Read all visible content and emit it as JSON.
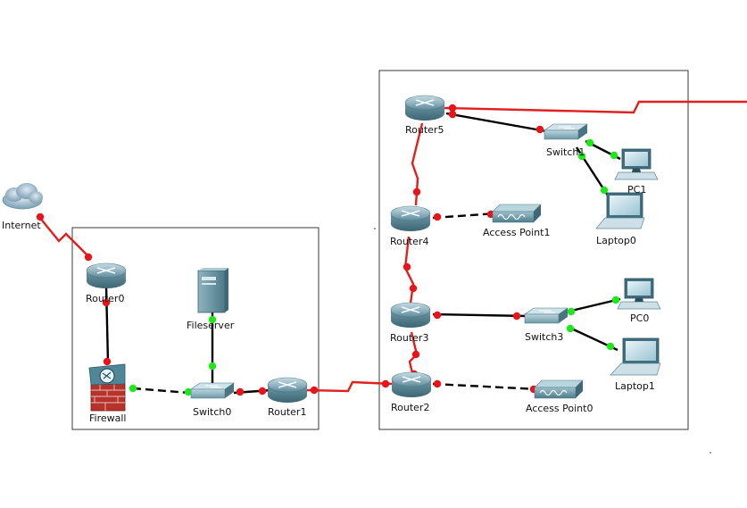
{
  "colors": {
    "serial_cable": "#e0201e",
    "ethernet_cable": "#000000",
    "port_down": "#e8141a",
    "port_up": "#1fe81a"
  },
  "devices": {
    "internet": {
      "label": "Internet",
      "icon": "cloud-icon"
    },
    "router0": {
      "label": "Router0",
      "icon": "router-icon"
    },
    "firewall": {
      "label": "Firewall",
      "icon": "firewall-icon"
    },
    "fileserver": {
      "label": "Fileserver",
      "icon": "server-icon"
    },
    "switch0": {
      "label": "Switch0",
      "icon": "switch-icon"
    },
    "router1": {
      "label": "Router1",
      "icon": "router-icon"
    },
    "router2": {
      "label": "Router2",
      "icon": "router-icon"
    },
    "router3": {
      "label": "Router3",
      "icon": "router-icon"
    },
    "router4": {
      "label": "Router4",
      "icon": "router-icon"
    },
    "router5": {
      "label": "Router5",
      "icon": "router-icon"
    },
    "switch1": {
      "label": "Switch1",
      "icon": "switch-icon"
    },
    "switch3": {
      "label": "Switch3",
      "icon": "switch-icon"
    },
    "pc0": {
      "label": "PC0",
      "icon": "pc-icon"
    },
    "pc1": {
      "label": "PC1",
      "icon": "pc-icon"
    },
    "laptop0": {
      "label": "Laptop0",
      "icon": "laptop-icon"
    },
    "laptop1": {
      "label": "Laptop1",
      "icon": "laptop-icon"
    },
    "access_point0": {
      "label": "Access Point0",
      "icon": "access-point-icon"
    },
    "access_point1": {
      "label": "Access Point1",
      "icon": "access-point-icon"
    }
  },
  "links": [
    {
      "from": "Internet",
      "to": "Router0",
      "type": "serial"
    },
    {
      "from": "Router0",
      "to": "Firewall",
      "type": "ethernet"
    },
    {
      "from": "Firewall",
      "to": "Switch0",
      "type": "ethernet-dashed"
    },
    {
      "from": "Fileserver",
      "to": "Switch0",
      "type": "ethernet"
    },
    {
      "from": "Switch0",
      "to": "Router1",
      "type": "ethernet"
    },
    {
      "from": "Router1",
      "to": "Router2",
      "type": "serial"
    },
    {
      "from": "Router2",
      "to": "Router3",
      "type": "serial"
    },
    {
      "from": "Router2",
      "to": "Access Point0",
      "type": "ethernet-dashed"
    },
    {
      "from": "Router3",
      "to": "Router4",
      "type": "serial"
    },
    {
      "from": "Router3",
      "to": "Switch3",
      "type": "ethernet"
    },
    {
      "from": "Switch3",
      "to": "PC0",
      "type": "ethernet"
    },
    {
      "from": "Switch3",
      "to": "Laptop1",
      "type": "ethernet"
    },
    {
      "from": "Router4",
      "to": "Router5",
      "type": "serial"
    },
    {
      "from": "Router4",
      "to": "Access Point1",
      "type": "ethernet-dashed"
    },
    {
      "from": "Router5",
      "to": "Switch1",
      "type": "ethernet"
    },
    {
      "from": "Switch1",
      "to": "PC1",
      "type": "ethernet"
    },
    {
      "from": "Switch1",
      "to": "Laptop0",
      "type": "ethernet"
    },
    {
      "from": "Router5",
      "to": "",
      "type": "serial"
    }
  ]
}
